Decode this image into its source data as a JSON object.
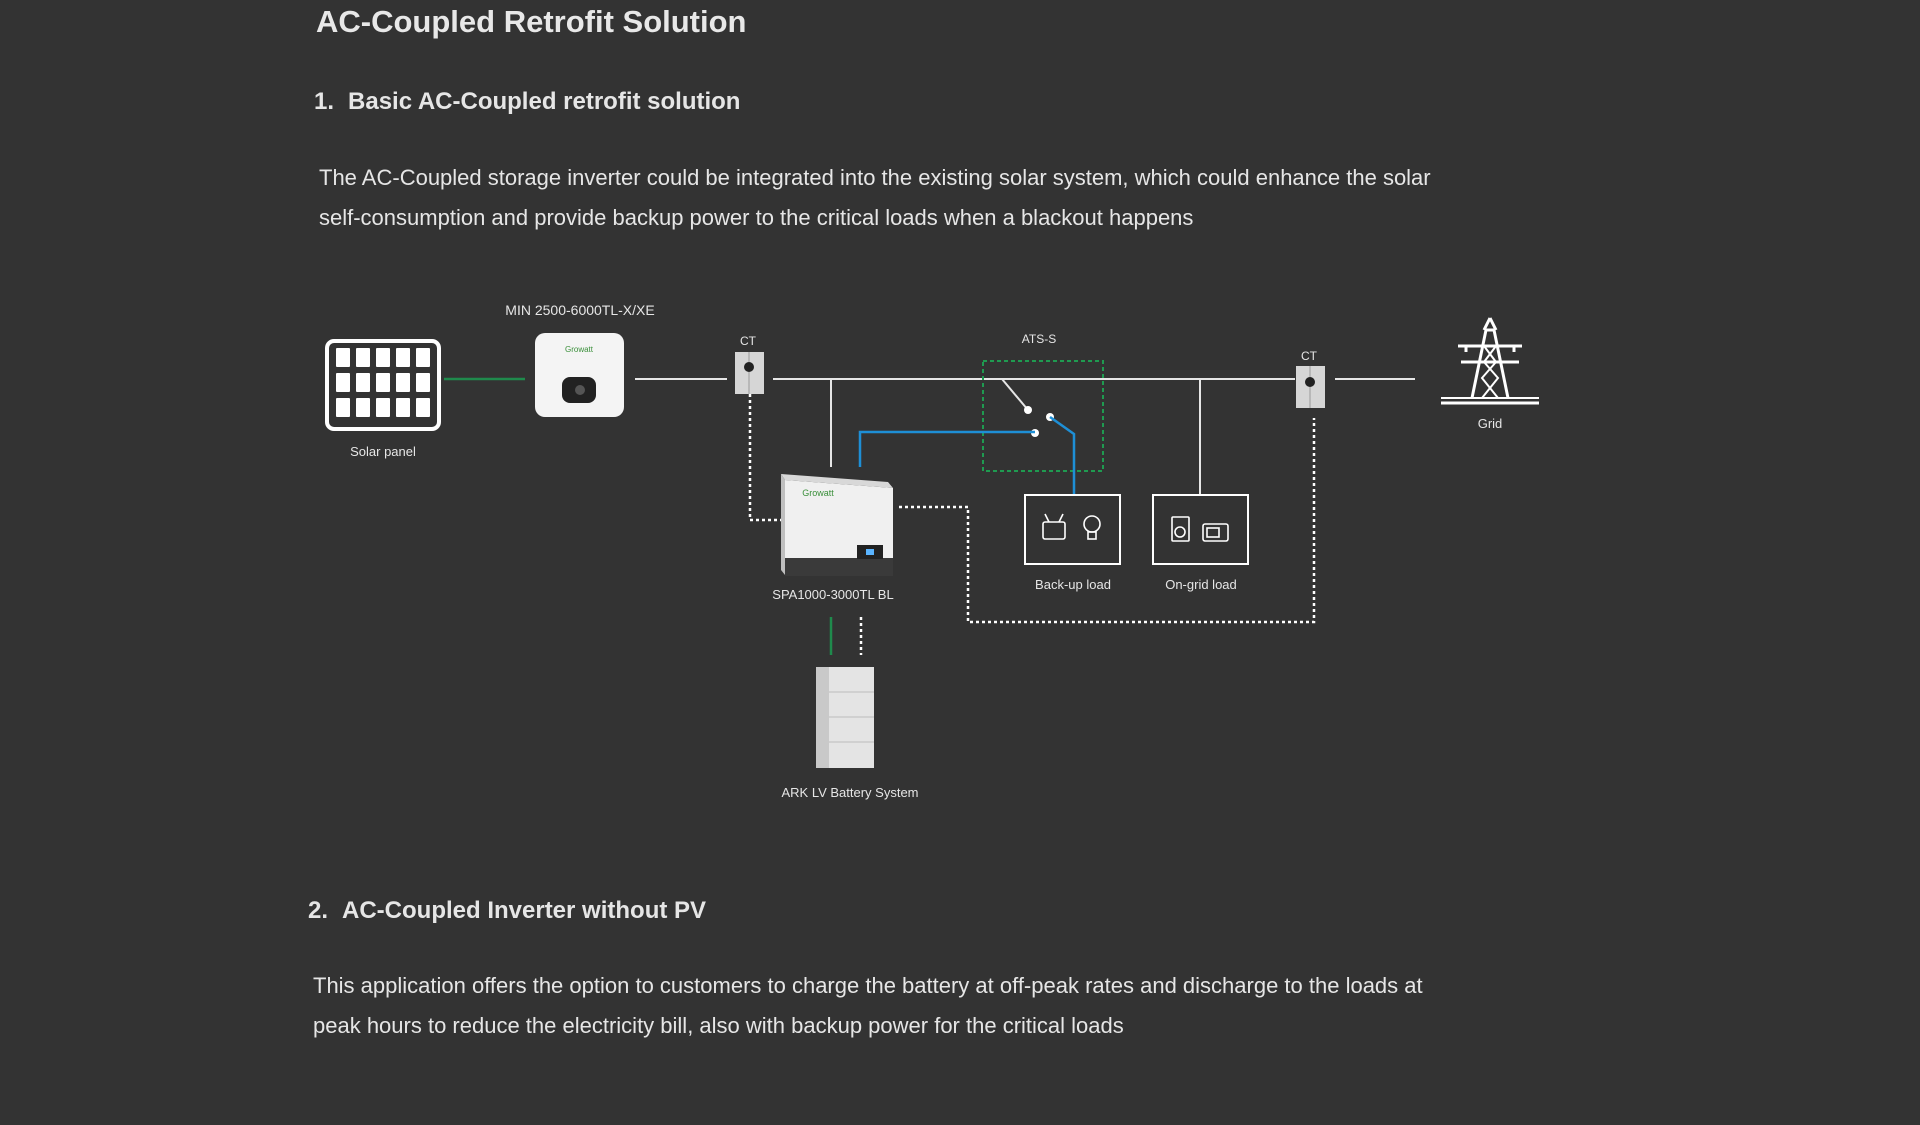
{
  "page": {
    "title": "AC-Coupled Retrofit Solution"
  },
  "section1": {
    "number": "1.",
    "heading": "Basic AC-Coupled retrofit solution",
    "paragraph_line1": "The AC-Coupled storage inverter could be integrated into the existing solar system, which could enhance the solar",
    "paragraph_line2": "self-consumption and provide backup power to the critical loads when a blackout happens"
  },
  "diagram": {
    "solar_panel_label": "Solar panel",
    "pv_inverter_label": "MIN 2500-6000TL-X/XE",
    "pv_inverter_brand": "Growatt",
    "ct1_label": "CT",
    "ct2_label": "CT",
    "ats_label": "ATS-S",
    "storage_inverter_label": "SPA1000-3000TL BL",
    "storage_inverter_brand": "Growatt",
    "backup_load_label": "Back-up load",
    "ongrid_load_label": "On-grid load",
    "grid_label": "Grid",
    "battery_label": "ARK LV Battery System",
    "colors": {
      "ac_line": "#e6e6e6",
      "dc_line": "#1f8a4c",
      "backup_line": "#1e8fd6",
      "ats_border": "#1f9a50"
    }
  },
  "section2": {
    "number": "2.",
    "heading": "AC-Coupled Inverter without PV",
    "paragraph_line1": "This application offers the option to customers to charge the battery at off-peak rates and discharge to the loads at",
    "paragraph_line2": "peak hours to reduce the electricity bill, also with backup power for the critical loads"
  }
}
